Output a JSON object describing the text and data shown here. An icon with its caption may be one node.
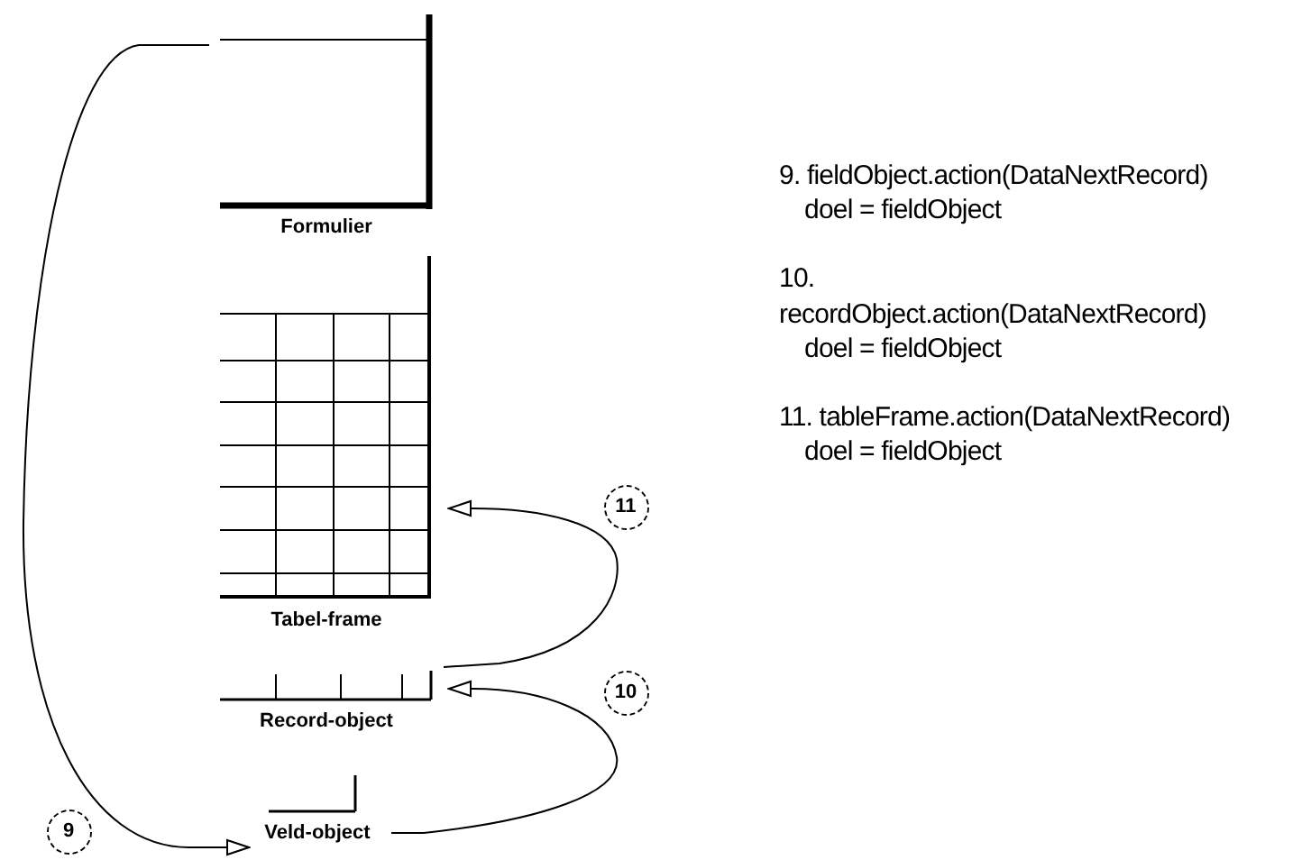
{
  "diagram": {
    "nodes": [
      {
        "text": [
          "Formulier"
        ]
      },
      {
        "text": [
          "Tabel-frame"
        ]
      },
      {
        "text": [
          "Record-object"
        ]
      },
      {
        "text": [
          "Veld-object"
        ]
      }
    ],
    "edges": [
      {
        "from": 0,
        "to": 3,
        "arrow": "to",
        "label": "9"
      },
      {
        "from": 3,
        "to": 2,
        "arrow": "to",
        "label": "10"
      },
      {
        "from": 2,
        "to": 1,
        "arrow": "to",
        "label": "11"
      }
    ],
    "labels": [
      "9. fieldObject.action(DataNextRecord)",
      "doel = fieldObject",
      "10.",
      "recordObject.action(DataNextRecord)",
      "doel = fieldObject",
      "11. tableFrame.action(DataNextRecord)",
      "doel = fieldObject"
    ]
  }
}
